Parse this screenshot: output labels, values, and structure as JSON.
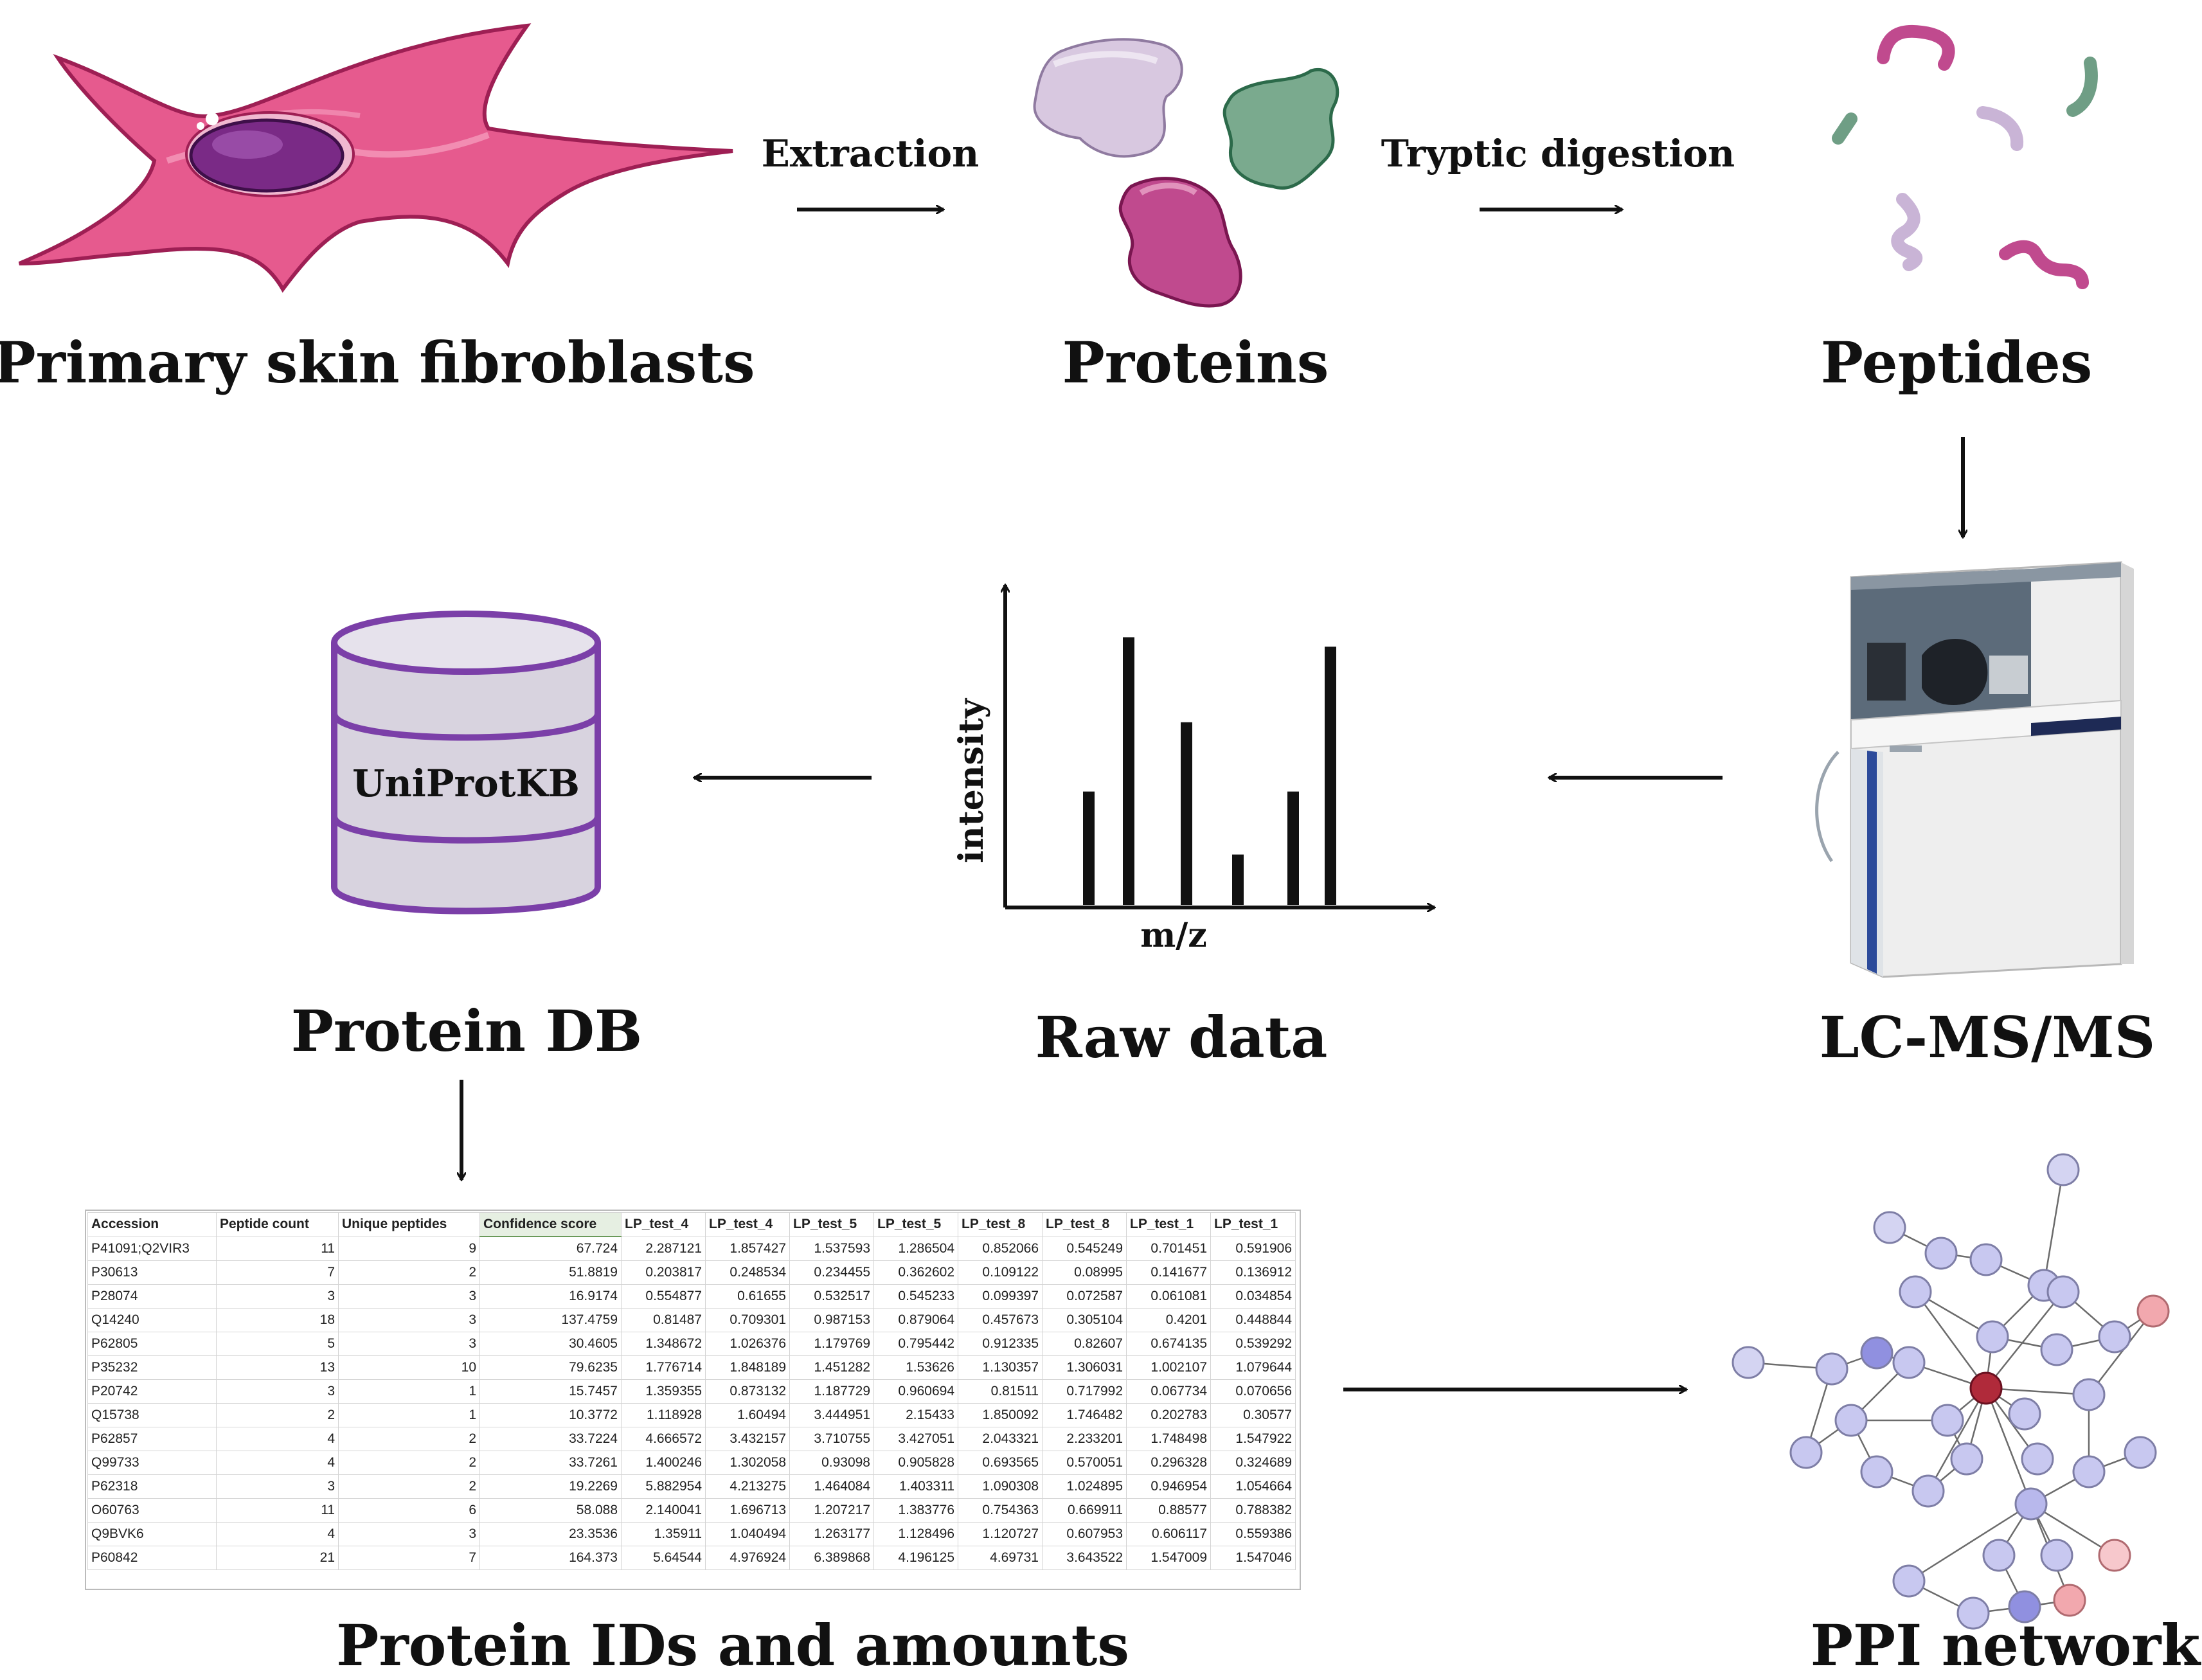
{
  "labels": {
    "fibroblasts": "Primary skin fibroblasts",
    "proteins": "Proteins",
    "peptides": "Peptides",
    "lcms": "LC-MS/MS",
    "rawdata": "Raw data",
    "proteindb": "Protein DB",
    "ids": "Protein IDs and amounts",
    "ppi": "PPI network"
  },
  "arrows": {
    "extraction": "Extraction",
    "digestion": "Tryptic digestion"
  },
  "database": {
    "name": "UniProtKB"
  },
  "spectrum": {
    "xlabel": "m/z",
    "ylabel": "intensity",
    "peaks": [
      0.36,
      0.85,
      0.58,
      0.16,
      0.36,
      0.82
    ]
  },
  "table": {
    "headers": [
      "Accession",
      "Peptide count",
      "Unique peptides",
      "Confidence score",
      "LP_test_4",
      "LP_test_4",
      "LP_test_5",
      "LP_test_5",
      "LP_test_8",
      "LP_test_8",
      "LP_test_1",
      "LP_test_1"
    ],
    "rows": [
      [
        "P41091;Q2VIR3",
        "11",
        "9",
        "67.724",
        "2.287121",
        "1.857427",
        "1.537593",
        "1.286504",
        "0.852066",
        "0.545249",
        "0.701451",
        "0.591906"
      ],
      [
        "P30613",
        "7",
        "2",
        "51.8819",
        "0.203817",
        "0.248534",
        "0.234455",
        "0.362602",
        "0.109122",
        "0.08995",
        "0.141677",
        "0.136912"
      ],
      [
        "P28074",
        "3",
        "3",
        "16.9174",
        "0.554877",
        "0.61655",
        "0.532517",
        "0.545233",
        "0.099397",
        "0.072587",
        "0.061081",
        "0.034854"
      ],
      [
        "Q14240",
        "18",
        "3",
        "137.4759",
        "0.81487",
        "0.709301",
        "0.987153",
        "0.879064",
        "0.457673",
        "0.305104",
        "0.4201",
        "0.448844"
      ],
      [
        "P62805",
        "5",
        "3",
        "30.4605",
        "1.348672",
        "1.026376",
        "1.179769",
        "0.795442",
        "0.912335",
        "0.82607",
        "0.674135",
        "0.539292"
      ],
      [
        "P35232",
        "13",
        "10",
        "79.6235",
        "1.776714",
        "1.848189",
        "1.451282",
        "1.53626",
        "1.130357",
        "1.306031",
        "1.002107",
        "1.079644"
      ],
      [
        "P20742",
        "3",
        "1",
        "15.7457",
        "1.359355",
        "0.873132",
        "1.187729",
        "0.960694",
        "0.81511",
        "0.717992",
        "0.067734",
        "0.070656"
      ],
      [
        "Q15738",
        "2",
        "1",
        "10.3772",
        "1.118928",
        "1.60494",
        "3.444951",
        "2.15433",
        "1.850092",
        "1.746482",
        "0.202783",
        "0.30577"
      ],
      [
        "P62857",
        "4",
        "2",
        "33.7224",
        "4.666572",
        "3.432157",
        "3.710755",
        "3.427051",
        "2.043321",
        "2.233201",
        "1.748498",
        "1.547922"
      ],
      [
        "Q99733",
        "4",
        "2",
        "33.7261",
        "1.400246",
        "1.302058",
        "0.93098",
        "0.905828",
        "0.693565",
        "0.570051",
        "0.296328",
        "0.324689"
      ],
      [
        "P62318",
        "3",
        "2",
        "19.2269",
        "5.882954",
        "4.213275",
        "1.464084",
        "1.403311",
        "1.090308",
        "1.024895",
        "0.946954",
        "1.054664"
      ],
      [
        "O60763",
        "11",
        "6",
        "58.088",
        "2.140041",
        "1.696713",
        "1.207217",
        "1.383776",
        "0.754363",
        "0.669911",
        "0.88577",
        "0.788382"
      ],
      [
        "Q9BVK6",
        "4",
        "3",
        "23.3536",
        "1.35911",
        "1.040494",
        "1.263177",
        "1.128496",
        "1.120727",
        "0.607953",
        "0.606117",
        "0.559386"
      ],
      [
        "P60842",
        "21",
        "7",
        "164.373",
        "5.64544",
        "4.976924",
        "6.389868",
        "4.196125",
        "4.69731",
        "3.643522",
        "1.547009",
        "1.547046"
      ]
    ]
  },
  "colors": {
    "cell": "#e04f86",
    "nucleus": "#7a2a86",
    "db_stroke": "#7b3fa8",
    "network_node": "#c9c9f2",
    "network_center": "#b02a3a",
    "network_pink": "#f2b0b6"
  }
}
